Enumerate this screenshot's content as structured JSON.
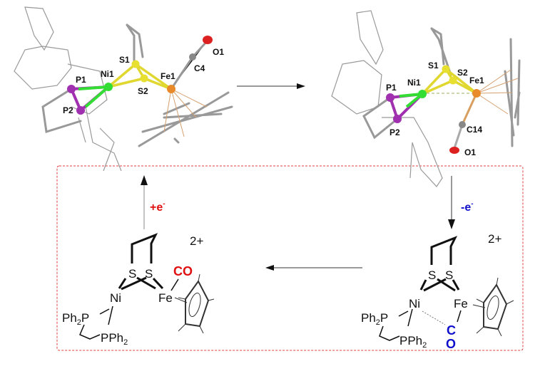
{
  "top_left_structure": {
    "atoms": {
      "P1": "P1",
      "P2": "P2",
      "Ni1": "Ni1",
      "S1": "S1",
      "S2": "S2",
      "Fe1": "Fe1",
      "C": "C4",
      "O": "O1"
    }
  },
  "top_right_structure": {
    "atoms": {
      "P1": "P1",
      "P2": "P2",
      "Ni1": "Ni1",
      "S1": "S1",
      "S2": "S2",
      "Fe1": "Fe1",
      "C": "C14",
      "O": "O1"
    }
  },
  "bottom_left_scheme": {
    "charge": "2+",
    "S_a": "S",
    "S_b": "S",
    "Ni": "Ni",
    "Fe": "Fe",
    "Ph2P_main": "Ph",
    "Ph2P_sub": "2",
    "Ph2P_tail": "P",
    "PPh2_main": "PPh",
    "PPh2_sub": "2",
    "CO": "CO",
    "arrow_label_main": "+e",
    "arrow_label_sup": "-"
  },
  "bottom_right_scheme": {
    "charge": "2+",
    "S_a": "S",
    "S_b": "S",
    "Ni": "Ni",
    "Fe": "Fe",
    "Ph2P_main": "Ph",
    "Ph2P_sub": "2",
    "Ph2P_tail": "P",
    "PPh2_main": "PPh",
    "PPh2_sub": "2",
    "C": "C",
    "O": "O",
    "arrow_label_main": "-e",
    "arrow_label_sup": "-"
  },
  "colors": {
    "Ni": "#33dd33",
    "S": "#e8e030",
    "P": "#a030b0",
    "Fe": "#e88a2a",
    "C": "#888888",
    "O": "#dd2020",
    "red_label": "#e01010",
    "blue_label": "#1010cc",
    "box": "#e04040"
  }
}
